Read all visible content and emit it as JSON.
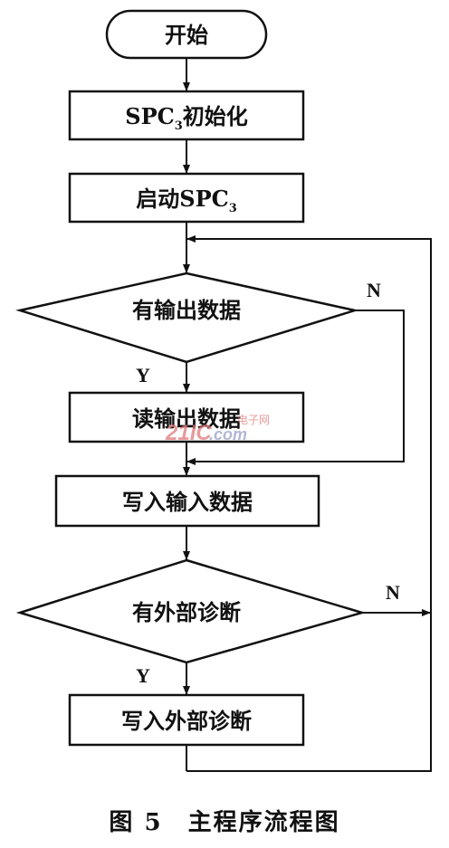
{
  "nodes": {
    "start": "开始",
    "init_prefix": "SPC",
    "init_sub": "3",
    "init_suffix": "初始化",
    "launch_prefix": "启动SPC",
    "launch_sub": "3",
    "has_output": "有输出数据",
    "read_output": "读输出数据",
    "write_input": "写入输入数据",
    "has_diag": "有外部诊断",
    "write_diag": "写入外部诊断"
  },
  "edge_labels": {
    "output_yes": "Y",
    "output_no": "N",
    "diag_yes": "Y",
    "diag_no": "N"
  },
  "watermark": {
    "main": "21IC",
    "sub": ".com",
    "tag": "电子网"
  },
  "caption": "图 5　主程序流程图",
  "colors": {
    "stroke": "#111111",
    "watermark": "#e07a7a"
  }
}
